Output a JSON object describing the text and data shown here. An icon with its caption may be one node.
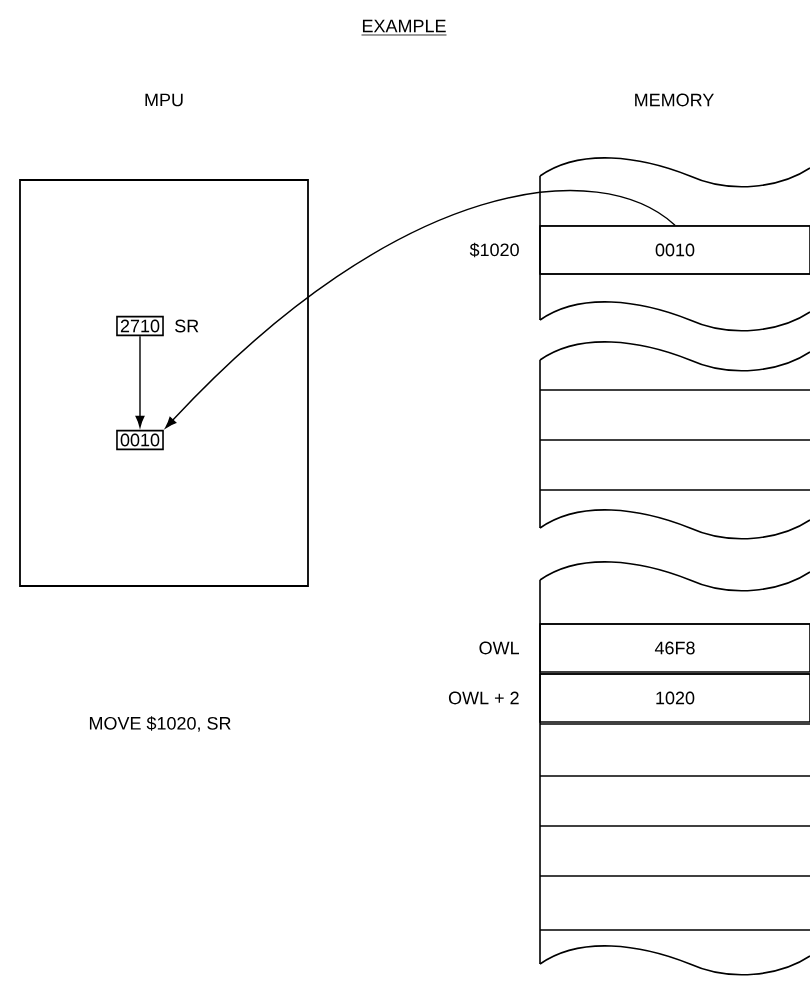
{
  "diagram": {
    "title": "EXAMPLE",
    "nodes": [
      {
        "text": [
          "MPU"
        ]
      },
      {
        "text": [
          "2710"
        ],
        "in": 0,
        "beside": [
          "SR"
        ]
      },
      {
        "text": [
          "0010"
        ],
        "in": 0
      },
      {
        "text": [
          "0010"
        ],
        "beside": [
          "$1020"
        ]
      },
      {
        "text": [
          "46F8"
        ],
        "beside": [
          "OWL"
        ]
      },
      {
        "text": [
          "1020"
        ],
        "beside": [
          "OWL + 2"
        ]
      }
    ],
    "edges": [
      {
        "from": 1,
        "to": 2,
        "arrow": "to"
      },
      {
        "from": 3,
        "to": 2,
        "arrow": "to"
      }
    ],
    "labels": [
      "MEMORY",
      "MOVE $1020, SR"
    ]
  }
}
